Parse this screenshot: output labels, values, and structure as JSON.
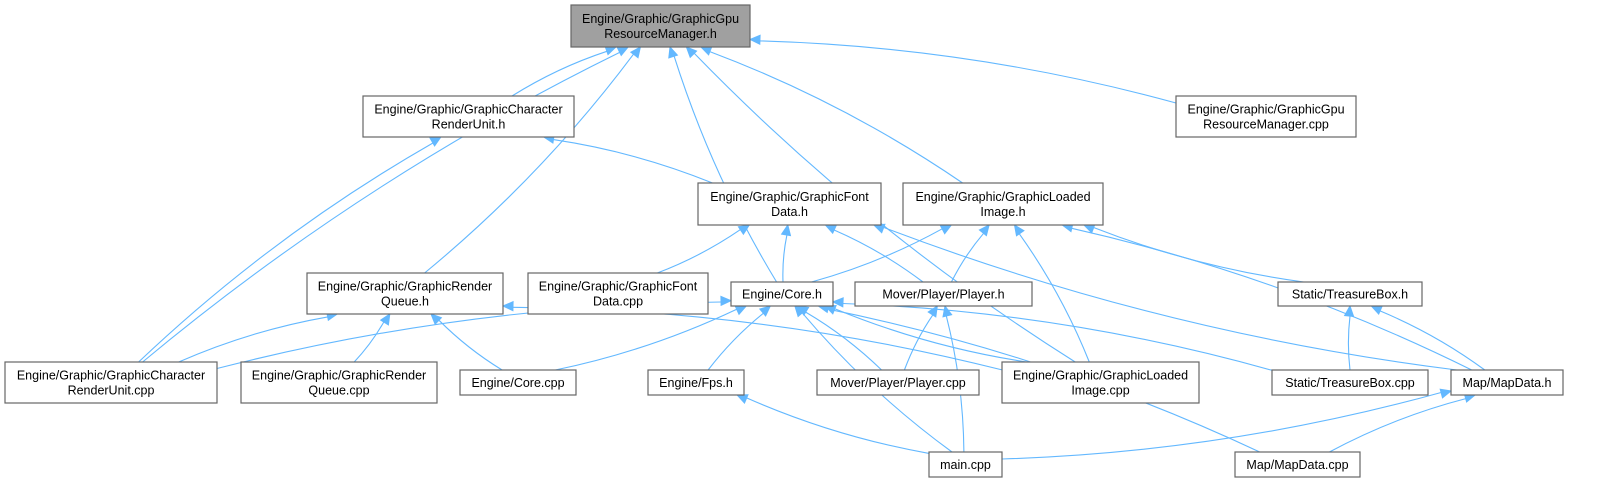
{
  "diagram": {
    "type": "include-dependency-graph",
    "colors": {
      "edge": "#63b8ff",
      "node_border": "#666666",
      "root_fill": "#a0a0a0",
      "node_fill": "#ffffff"
    },
    "nodes": [
      {
        "id": "root",
        "lines": [
          "Engine/Graphic/GraphicGpu",
          "ResourceManager.h"
        ],
        "root": true
      },
      {
        "id": "charRenderUnitH",
        "lines": [
          "Engine/Graphic/GraphicCharacter",
          "RenderUnit.h"
        ]
      },
      {
        "id": "gpuResMgrCpp",
        "lines": [
          "Engine/Graphic/GraphicGpu",
          "ResourceManager.cpp"
        ]
      },
      {
        "id": "fontDataH",
        "lines": [
          "Engine/Graphic/GraphicFont",
          "Data.h"
        ]
      },
      {
        "id": "loadedImageH",
        "lines": [
          "Engine/Graphic/GraphicLoaded",
          "Image.h"
        ]
      },
      {
        "id": "renderQueueH",
        "lines": [
          "Engine/Graphic/GraphicRender",
          "Queue.h"
        ]
      },
      {
        "id": "fontDataCpp",
        "lines": [
          "Engine/Graphic/GraphicFont",
          "Data.cpp"
        ]
      },
      {
        "id": "coreH",
        "lines": [
          "Engine/Core.h"
        ]
      },
      {
        "id": "playerH",
        "lines": [
          "Mover/Player/Player.h"
        ]
      },
      {
        "id": "treasureBoxH",
        "lines": [
          "Static/TreasureBox.h"
        ]
      },
      {
        "id": "charRenderUnitCpp",
        "lines": [
          "Engine/Graphic/GraphicCharacter",
          "RenderUnit.cpp"
        ]
      },
      {
        "id": "renderQueueCpp",
        "lines": [
          "Engine/Graphic/GraphicRender",
          "Queue.cpp"
        ]
      },
      {
        "id": "coreCpp",
        "lines": [
          "Engine/Core.cpp"
        ]
      },
      {
        "id": "fpsH",
        "lines": [
          "Engine/Fps.h"
        ]
      },
      {
        "id": "playerCpp",
        "lines": [
          "Mover/Player/Player.cpp"
        ]
      },
      {
        "id": "loadedImageCpp",
        "lines": [
          "Engine/Graphic/GraphicLoaded",
          "Image.cpp"
        ]
      },
      {
        "id": "treasureBoxCpp",
        "lines": [
          "Static/TreasureBox.cpp"
        ]
      },
      {
        "id": "mapDataH",
        "lines": [
          "Map/MapData.h"
        ]
      },
      {
        "id": "mainCpp",
        "lines": [
          "main.cpp"
        ]
      },
      {
        "id": "mapDataCpp",
        "lines": [
          "Map/MapData.cpp"
        ]
      }
    ],
    "edges": [
      [
        "charRenderUnitH",
        "root"
      ],
      [
        "renderQueueH",
        "root"
      ],
      [
        "coreH",
        "root"
      ],
      [
        "loadedImageH",
        "root"
      ],
      [
        "charRenderUnitCpp",
        "root"
      ],
      [
        "gpuResMgrCpp",
        "root"
      ],
      [
        "loadedImageCpp",
        "root"
      ],
      [
        "fontDataH",
        "charRenderUnitH"
      ],
      [
        "charRenderUnitCpp",
        "charRenderUnitH"
      ],
      [
        "fontDataCpp",
        "fontDataH"
      ],
      [
        "coreH",
        "fontDataH"
      ],
      [
        "playerH",
        "fontDataH"
      ],
      [
        "mapDataH",
        "fontDataH"
      ],
      [
        "coreH",
        "loadedImageH"
      ],
      [
        "playerH",
        "loadedImageH"
      ],
      [
        "loadedImageCpp",
        "loadedImageH"
      ],
      [
        "treasureBoxH",
        "loadedImageH"
      ],
      [
        "mapDataH",
        "loadedImageH"
      ],
      [
        "charRenderUnitCpp",
        "renderQueueH"
      ],
      [
        "renderQueueCpp",
        "renderQueueH"
      ],
      [
        "coreCpp",
        "renderQueueH"
      ],
      [
        "loadedImageCpp",
        "renderQueueH"
      ],
      [
        "charRenderUnitCpp",
        "coreH"
      ],
      [
        "coreCpp",
        "coreH"
      ],
      [
        "fpsH",
        "coreH"
      ],
      [
        "playerCpp",
        "coreH"
      ],
      [
        "loadedImageCpp",
        "coreH"
      ],
      [
        "treasureBoxCpp",
        "coreH"
      ],
      [
        "mainCpp",
        "coreH"
      ],
      [
        "mapDataCpp",
        "coreH"
      ],
      [
        "playerCpp",
        "playerH"
      ],
      [
        "mainCpp",
        "playerH"
      ],
      [
        "treasureBoxCpp",
        "treasureBoxH"
      ],
      [
        "mapDataH",
        "treasureBoxH"
      ],
      [
        "mainCpp",
        "fpsH"
      ],
      [
        "mainCpp",
        "mapDataH"
      ],
      [
        "mapDataCpp",
        "mapDataH"
      ]
    ]
  }
}
